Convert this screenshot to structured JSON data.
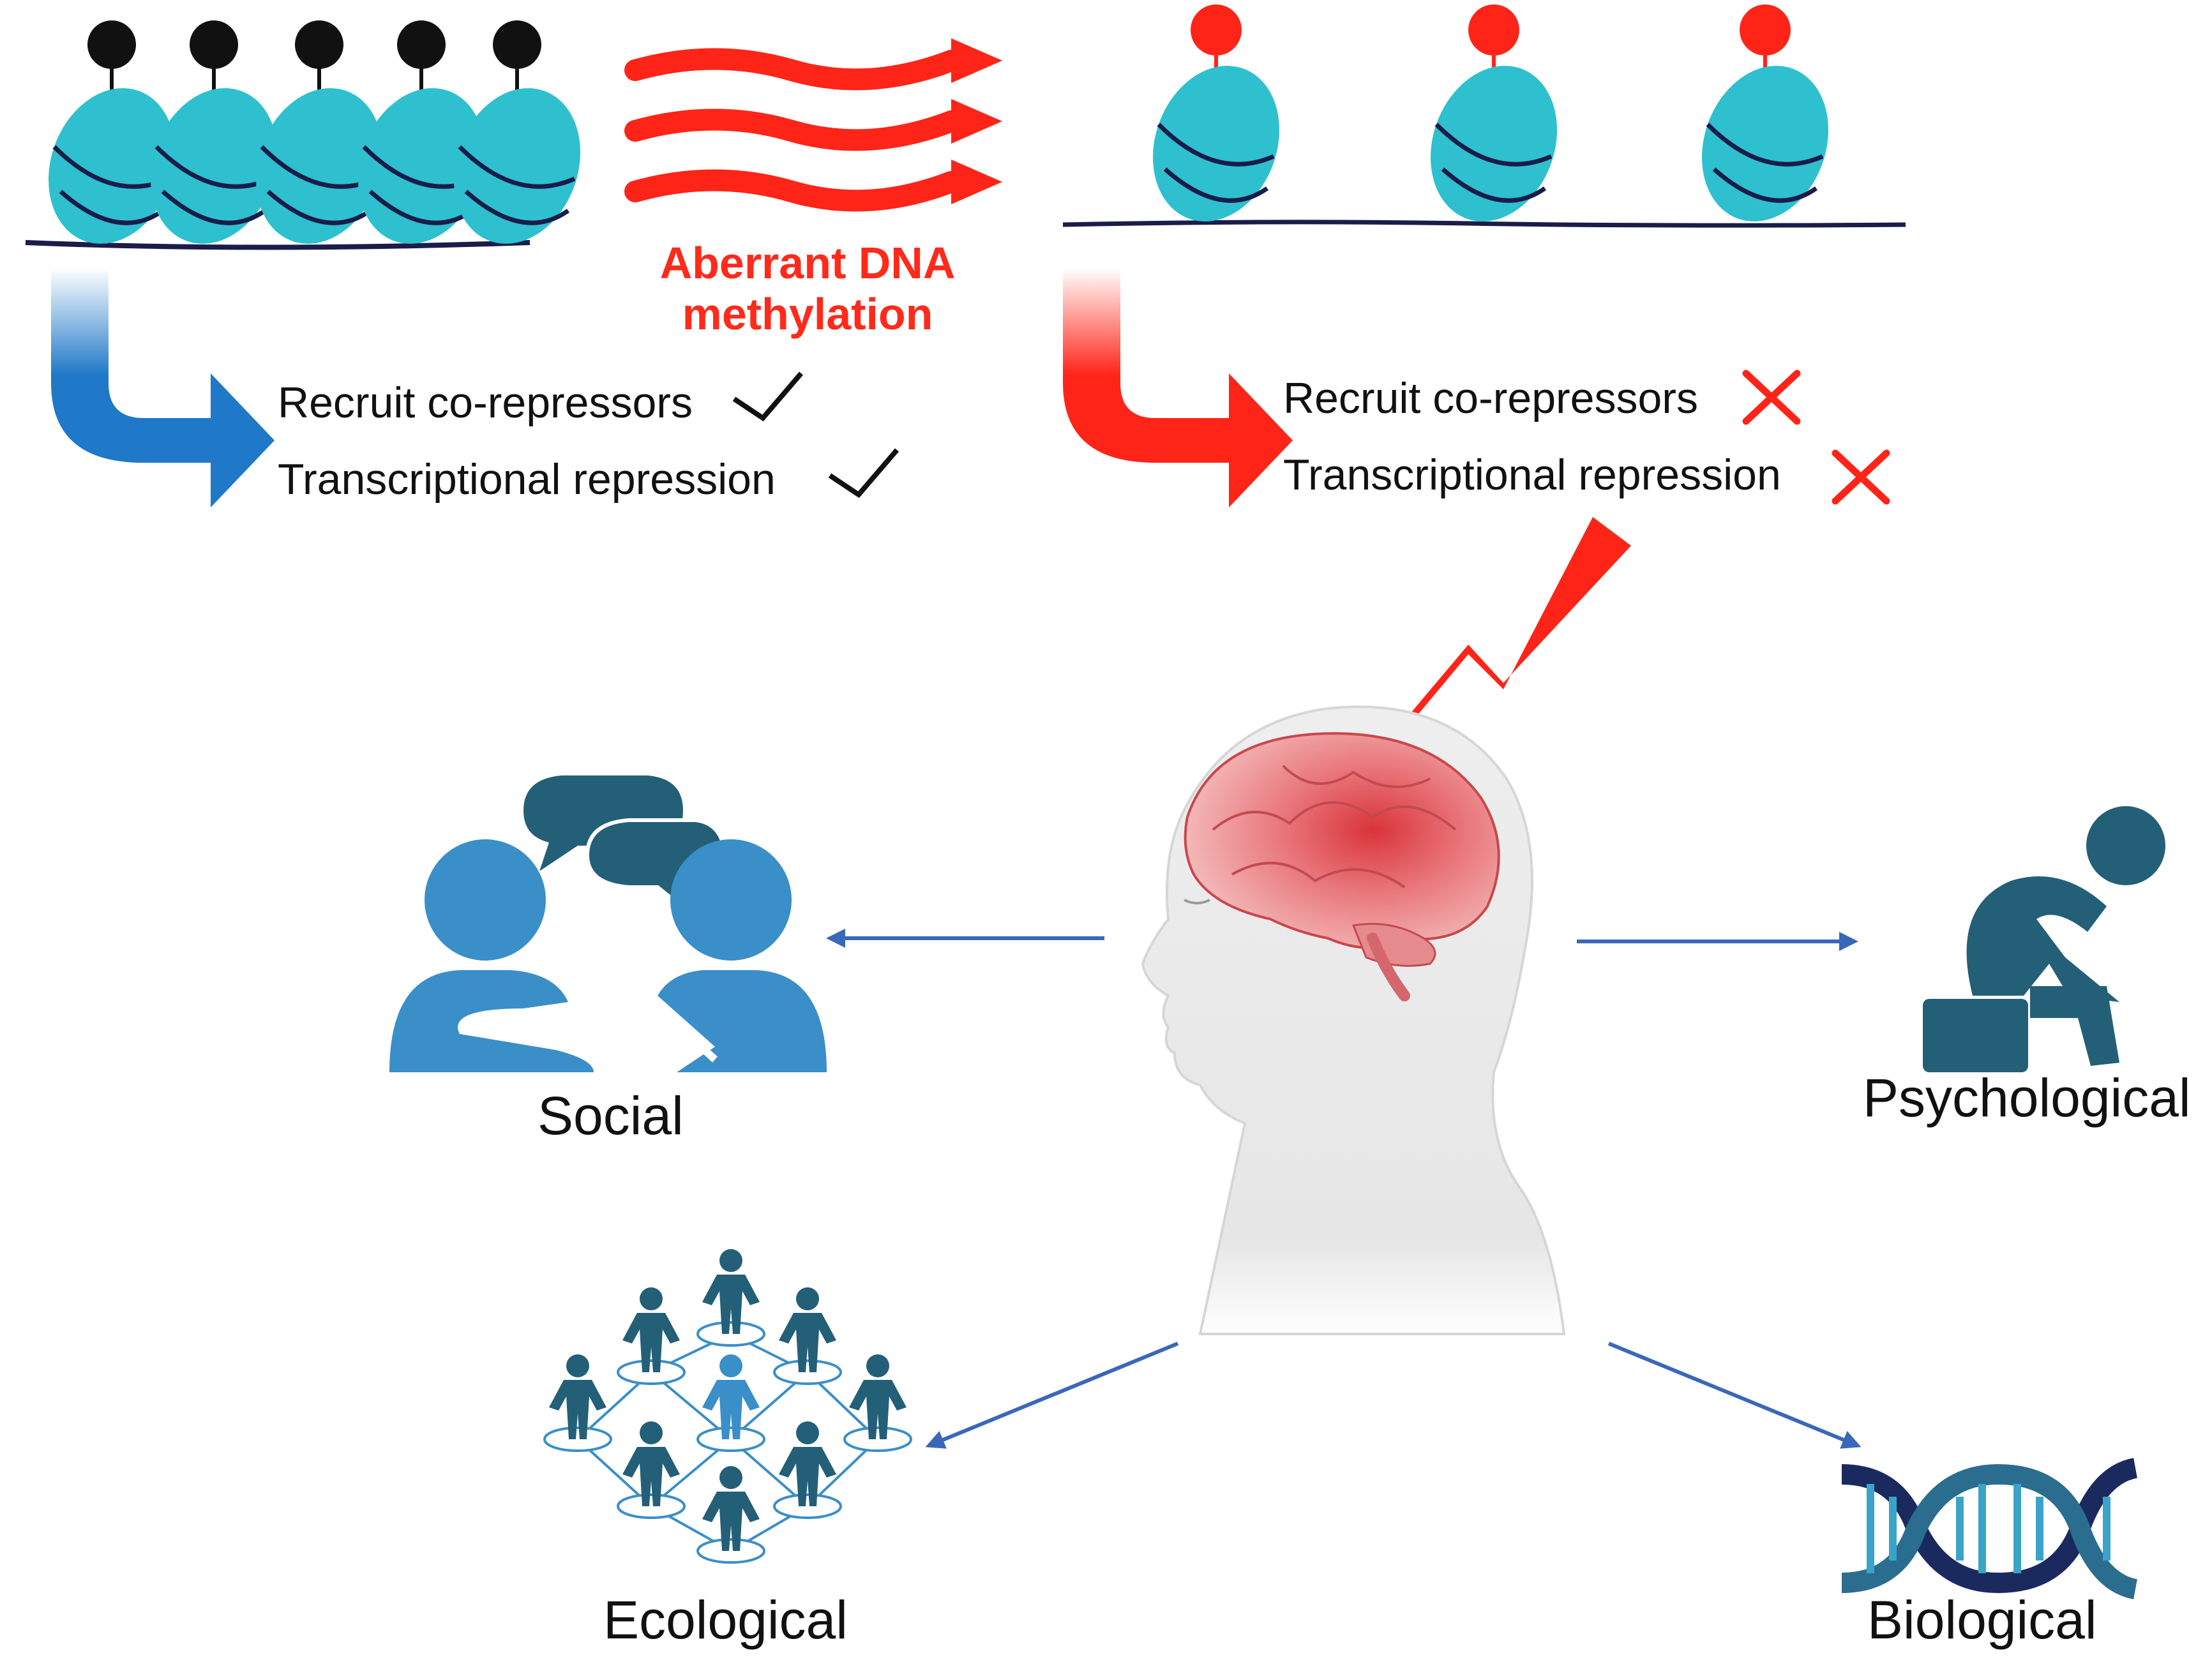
{
  "left_panel": {
    "status_1": "Recruit co-repressors",
    "status_2": "Transcriptional repression",
    "arrow_color": "#1f78c8",
    "mark_color": "#111111"
  },
  "middle": {
    "title_line1": "Aberrant DNA",
    "title_line2": "methylation",
    "color": "#ff2418"
  },
  "right_panel": {
    "status_1": "Recruit co-repressors",
    "status_2": "Transcriptional repression",
    "arrow_color": "#ff2418",
    "mark_color": "#ff2418"
  },
  "categories": {
    "social": "Social",
    "psychological": "Psychological",
    "ecological": "Ecological",
    "biological": "Biological"
  },
  "colors": {
    "nucleosome": "#2ec0cf",
    "dna": "#1a1c4a",
    "connector": "#3a68b8",
    "icon_dark": "#245f78",
    "icon_light": "#3a8fc8"
  }
}
